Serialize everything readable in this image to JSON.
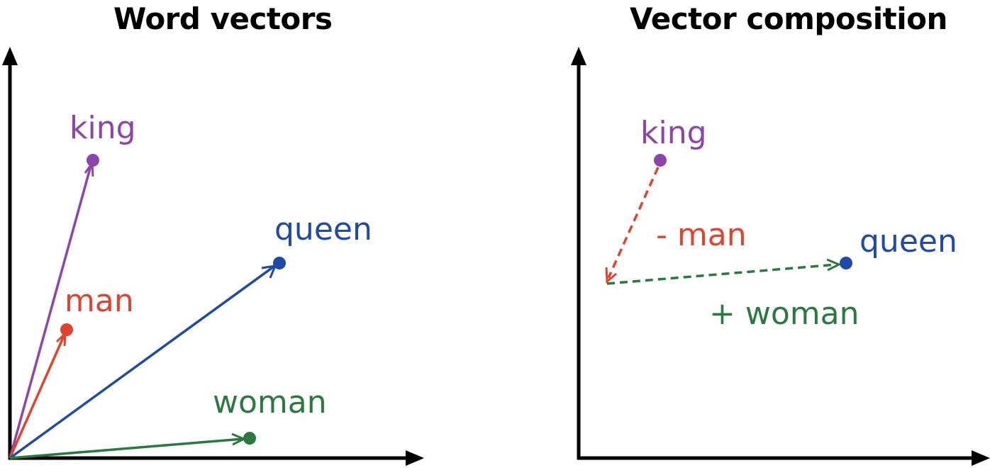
{
  "panels": {
    "left": {
      "title": "Word vectors"
    },
    "right": {
      "title": "Vector composition"
    }
  },
  "words": {
    "king": "king",
    "queen": "queen",
    "man": "man",
    "woman": "woman"
  },
  "operations": {
    "minus_man": "- man",
    "plus_woman": "+ woman"
  },
  "colors": {
    "king": "#8e44ad",
    "queen": "#1f4aa8",
    "man": "#e0432e",
    "woman": "#2a7a3f",
    "axis": "#000000"
  }
}
